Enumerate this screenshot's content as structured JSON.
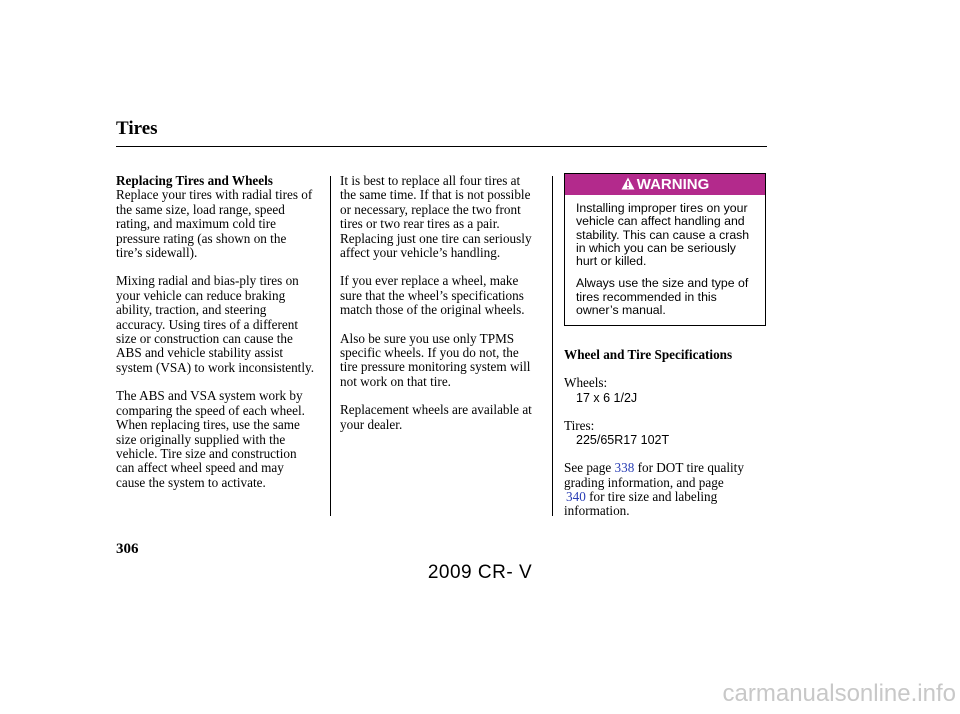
{
  "header": {
    "title": "Tires"
  },
  "col1": {
    "heading": "Replacing Tires and Wheels",
    "p1": [
      "Replace your tires with radial tires of",
      "the same size, load range, speed",
      "rating, and maximum cold tire",
      "pressure rating (as shown on the",
      "tire’s sidewall)."
    ],
    "p2": [
      "Mixing radial and bias-ply tires on",
      "your vehicle can reduce braking",
      "ability, traction, and steering",
      "accuracy. Using tires of a different",
      "size or construction can cause the",
      "ABS and vehicle stability assist",
      "system (VSA) to work inconsistently."
    ],
    "p3": [
      "The ABS and VSA system work by",
      "comparing the speed of each wheel.",
      "When replacing tires, use the same",
      "size originally supplied with the",
      "vehicle. Tire size and construction",
      "can affect wheel speed and may",
      "cause the system to activate."
    ]
  },
  "col2": {
    "p1": [
      "It is best to replace all four tires at",
      "the same time. If that is not possible",
      "or necessary, replace the two front",
      "tires or two rear tires as a pair.",
      "Replacing just one tire can seriously",
      "affect your vehicle’s handling."
    ],
    "p2": [
      "If you ever replace a wheel, make",
      "sure that the wheel’s specifications",
      "match those of the original wheels."
    ],
    "p3": [
      "Also be sure you use only TPMS",
      "specific wheels. If you do not, the",
      "tire pressure monitoring system will",
      "not work on that tire."
    ],
    "p4": [
      "Replacement wheels are available at",
      "your dealer."
    ]
  },
  "warning": {
    "label": "WARNING",
    "p1": [
      "Installing improper tires on your",
      "vehicle can affect handling and",
      "stability. This can cause a crash",
      "in which you can be seriously",
      "hurt or killed."
    ],
    "p2": [
      "Always use the size and type of",
      "tires recommended in this",
      "owner’s manual."
    ]
  },
  "specs": {
    "heading": "Wheel and Tire Specifications",
    "wheels_label": "Wheels:",
    "wheels_value": "17 x 6 1/2J",
    "tires_label": "Tires:",
    "tires_value": "225/65R17 102T",
    "see_page": "See page",
    "page_ref_1": "338",
    "ref1_tail": "for DOT tire quality",
    "ref1_line2": "grading information, and page",
    "page_ref_2": "340",
    "ref2_tail": "for tire size and labeling",
    "ref2_line2": "information."
  },
  "page_number": "306",
  "footer": "2009  CR- V",
  "watermark": "carmanualsonline.info"
}
